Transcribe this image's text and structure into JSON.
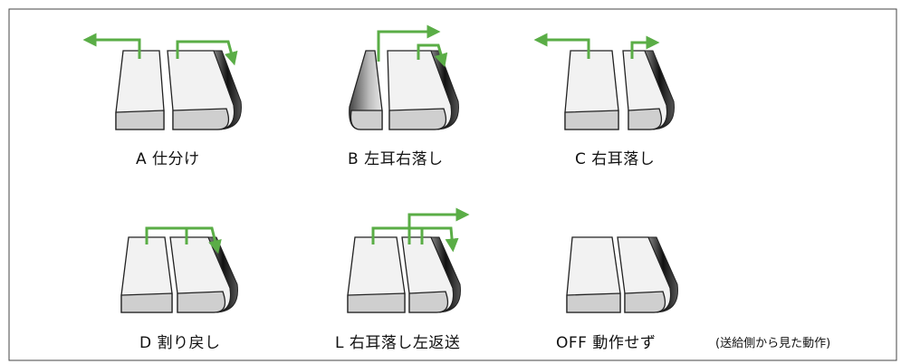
{
  "panels": [
    {
      "label": "A  仕分け"
    },
    {
      "label": "B  左耳右落し"
    },
    {
      "label": "C  右耳落し"
    },
    {
      "label": "D  割り戻し"
    },
    {
      "label": "L  右耳落し左返送"
    },
    {
      "label": "OFF  動作せず"
    }
  ],
  "note": "(送給側から見た動作)",
  "colors": {
    "arrow": "#5aad46",
    "face": "#f2f2f2",
    "side": "#c9c9c9",
    "outline": "#222222"
  }
}
